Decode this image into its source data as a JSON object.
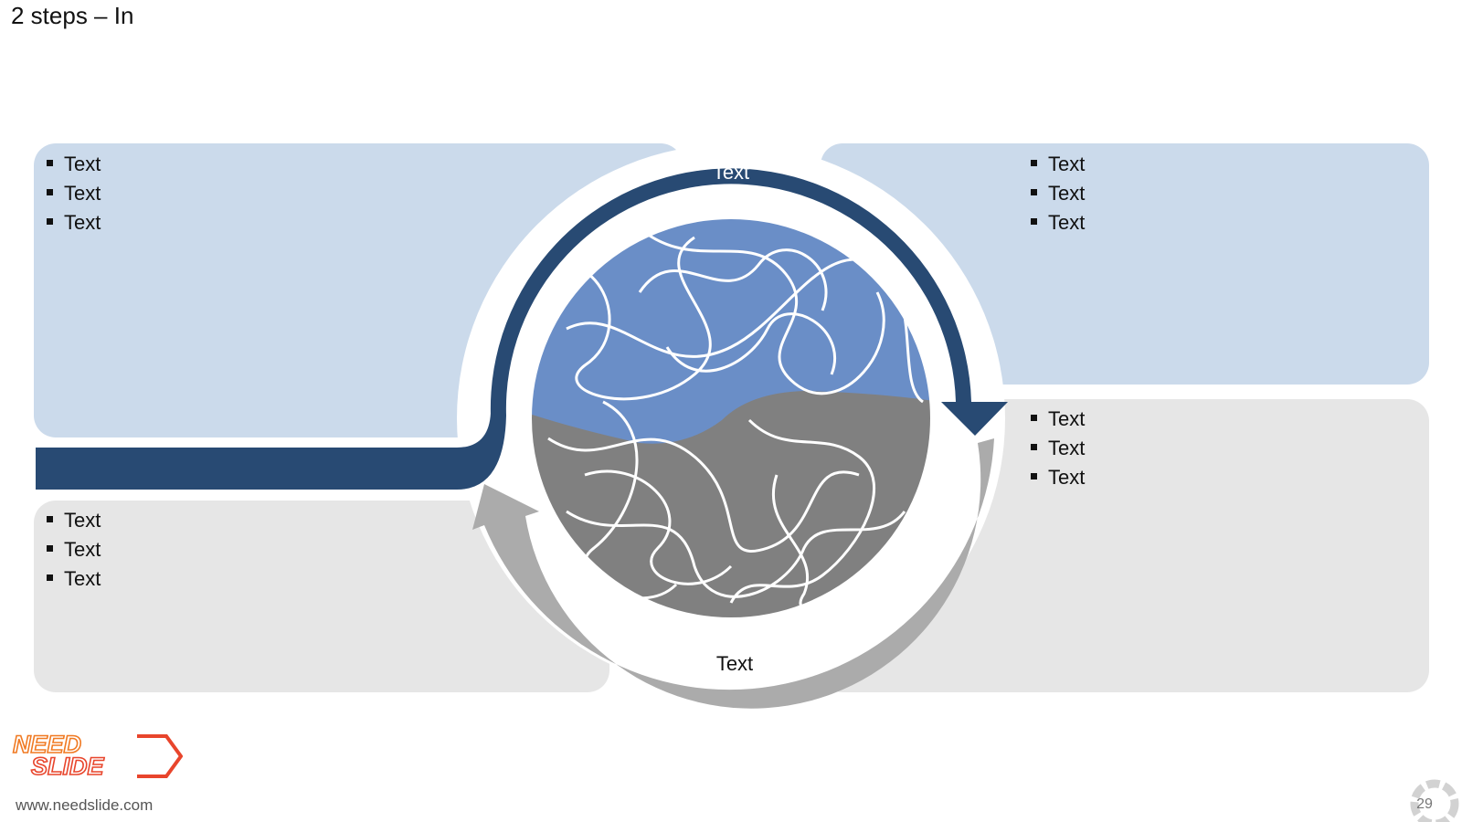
{
  "slide": {
    "title": "2 steps – In",
    "page_number": "29"
  },
  "diagram": {
    "arrow_top_label": "Text",
    "arrow_bottom_label": "Text",
    "colors": {
      "dark_blue": "#284a73",
      "light_blue_panel": "#cbdaeb",
      "gray_arrow": "#ababab",
      "gray_panel": "#e6e6e6",
      "blue_fill": "#6a8ec7",
      "gray_fill": "#808080"
    }
  },
  "panels": {
    "top_left": {
      "bullets": [
        "Text",
        "Text",
        "Text"
      ]
    },
    "top_right": {
      "bullets": [
        "Text",
        "Text",
        "Text"
      ]
    },
    "bottom_right": {
      "bullets": [
        "Text",
        "Text",
        "Text"
      ]
    },
    "bottom_left": {
      "bullets": [
        "Text",
        "Text",
        "Text"
      ]
    }
  },
  "footer": {
    "logo_text_line1": "NEED",
    "logo_text_line2": "SLIDE",
    "website": "www.needslide.com"
  }
}
